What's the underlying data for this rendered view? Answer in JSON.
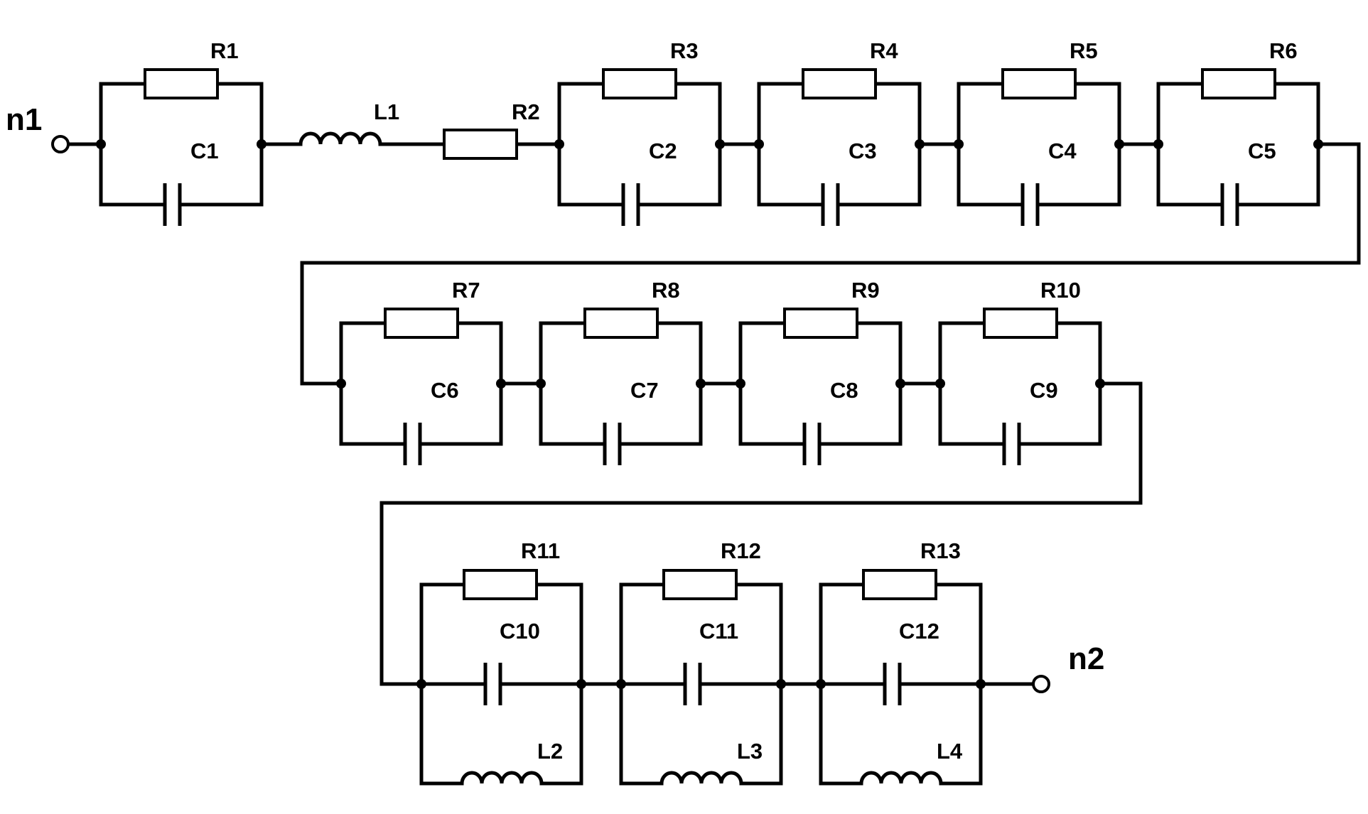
{
  "terminals": {
    "start": "n1",
    "end": "n2"
  },
  "components": {
    "R1": "R1",
    "R2": "R2",
    "R3": "R3",
    "R4": "R4",
    "R5": "R5",
    "R6": "R6",
    "R7": "R7",
    "R8": "R8",
    "R9": "R9",
    "R10": "R10",
    "R11": "R11",
    "R12": "R12",
    "R13": "R13",
    "C1": "C1",
    "C2": "C2",
    "C3": "C3",
    "C4": "C4",
    "C5": "C5",
    "C6": "C6",
    "C7": "C7",
    "C8": "C8",
    "C9": "C9",
    "C10": "C10",
    "C11": "C11",
    "C12": "C12",
    "L1": "L1",
    "L2": "L2",
    "L3": "L3",
    "L4": "L4"
  }
}
